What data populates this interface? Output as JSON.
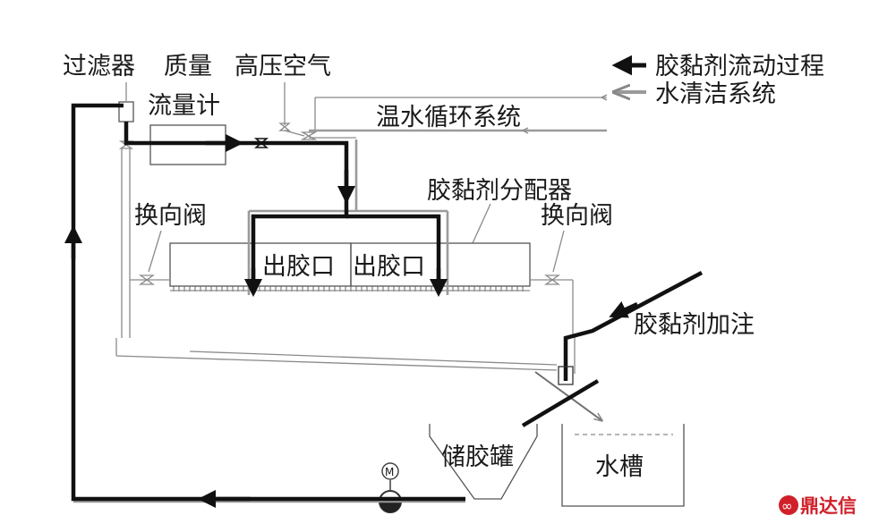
{
  "labels": {
    "filter": "过滤器",
    "mass_flow_meter_line1": "质量",
    "mass_flow_meter_line2": "流量计",
    "high_pressure_air": "高压空气",
    "warm_water_circulation": "温水循环系统",
    "adhesive_distributor": "胶黏剂分配器",
    "reversing_valve_left": "换向阀",
    "reversing_valve_right": "换向阀",
    "glue_outlet_left": "出胶口",
    "glue_outlet_right": "出胶口",
    "adhesive_filling": "胶黏剂加注",
    "glue_storage_tank": "储胶罐",
    "water_tank": "水槽"
  },
  "legend": {
    "adhesive_flow": "胶黏剂流动过程",
    "water_cleaning": "水清洁系统",
    "adhesive_color": "#111111",
    "water_color": "#9a9a9a"
  },
  "watermark": {
    "text": "鼎达信",
    "logo_glyph": "∞",
    "color": "#d0202a"
  }
}
